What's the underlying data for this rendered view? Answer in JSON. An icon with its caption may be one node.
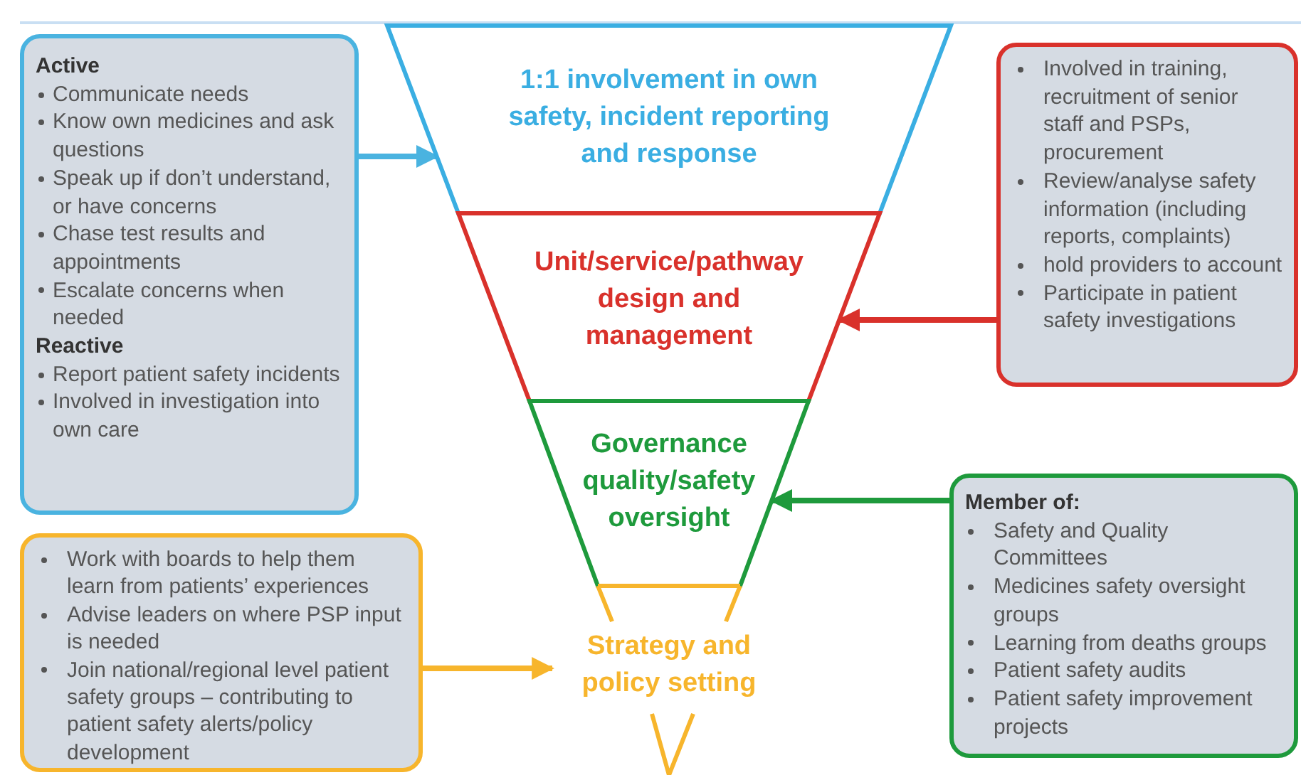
{
  "diagram": {
    "nodes": [
      {
        "text": [
          "1:1 involvement in own safety, incident reporting and response"
        ]
      },
      {
        "text": [
          "Unit/service/pathway design and management"
        ]
      },
      {
        "text": [
          "Governance quality/safety oversight"
        ]
      },
      {
        "text": [
          "Strategy and policy setting"
        ]
      },
      {
        "text": [
          "Active",
          "Communicate needs",
          "Know own medicines and ask questions",
          "Speak up if don’t understand, or have concerns",
          "Chase test results and appointments",
          "Escalate concerns when needed",
          "Reactive",
          "Report patient safety incidents",
          "Involved in investigation into own care"
        ]
      },
      {
        "text": [
          "Involved in training, recruitment of senior staff and PSPs, procurement",
          "Review/analyse safety information (including reports, complaints)",
          "hold providers to account",
          "Participate in patient safety investigations"
        ]
      },
      {
        "text": [
          "Member of:",
          "Safety and Quality Committees",
          "Medicines safety oversight groups",
          "Learning from deaths groups",
          "Patient safety audits",
          "Patient safety improvement projects"
        ]
      },
      {
        "text": [
          "Work with boards to help them learn from patients’ experiences",
          "Advise leaders on where PSP input is needed",
          "Join national/regional level patient safety groups – contributing to patient safety alerts/policy development"
        ]
      }
    ],
    "edges": [
      {
        "from": 4,
        "to": 0,
        "arrow": "to",
        "color": "#4ab3e0"
      },
      {
        "from": 5,
        "to": 1,
        "arrow": "to",
        "color": "#d9312b"
      },
      {
        "from": 6,
        "to": 2,
        "arrow": "to",
        "color": "#1e9a3c"
      },
      {
        "from": 7,
        "to": 3,
        "arrow": "to",
        "color": "#f7b52c"
      }
    ]
  }
}
